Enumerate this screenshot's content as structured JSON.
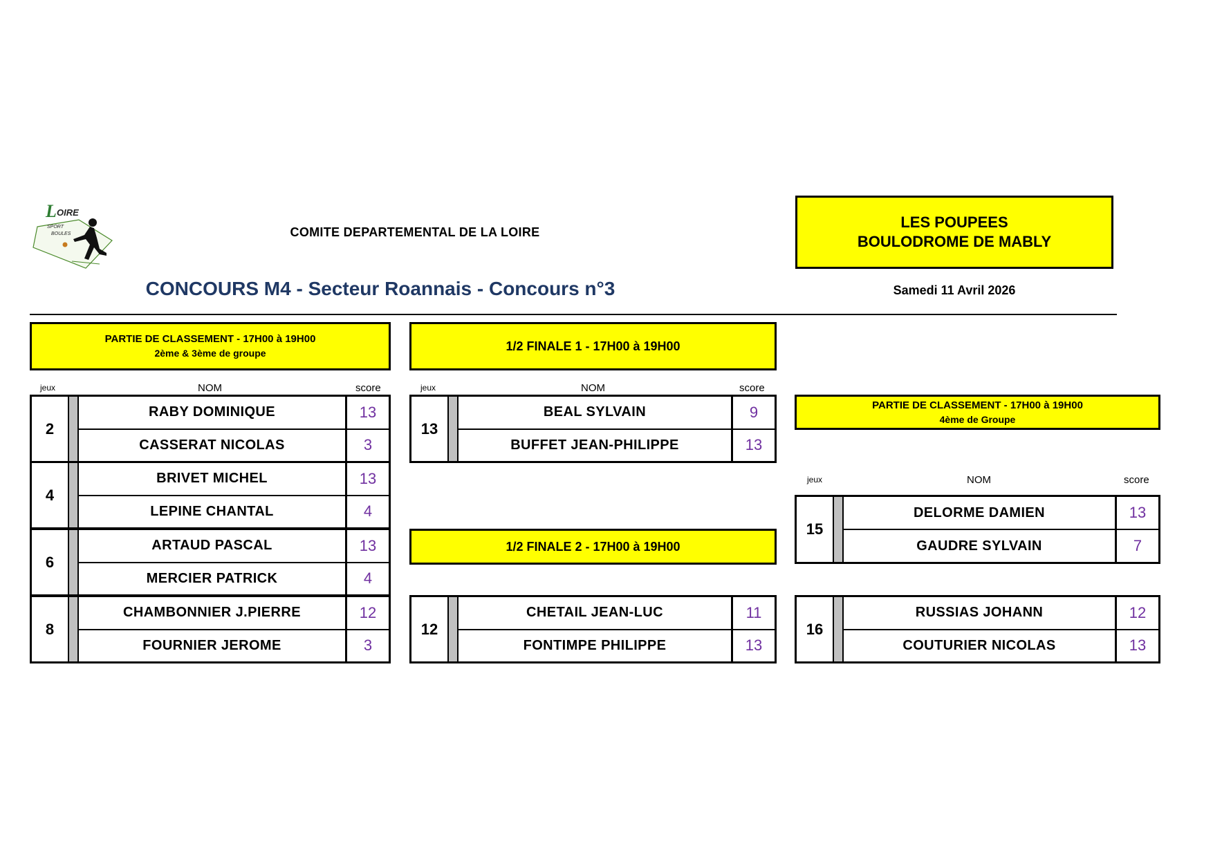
{
  "header": {
    "logo_text": "LOIRE SPORT BOULES",
    "committee": "COMITE DEPARTEMENTAL DE LA LOIRE",
    "venue_line1": "LES POUPEES",
    "venue_line2": "BOULODROME DE MABLY",
    "title": "CONCOURS M4 - Secteur Roannais - Concours n°3",
    "date": "Samedi 11 Avril 2026"
  },
  "colors": {
    "banner": "#ffff00",
    "title": "#1f3864",
    "score": "#7030a0",
    "stripe": "#c0c0c0"
  },
  "col1": {
    "banner_line1": "PARTIE DE CLASSEMENT - 17H00 à 19H00",
    "banner_line2": "2ème & 3ème de groupe",
    "hdr_jeux": "jeux",
    "hdr_nom": "NOM",
    "hdr_score": "score",
    "matches": [
      {
        "jeu": "2",
        "teams": [
          {
            "name": "RABY DOMINIQUE",
            "score": "13"
          },
          {
            "name": "CASSERAT NICOLAS",
            "score": "3"
          }
        ]
      },
      {
        "jeu": "4",
        "teams": [
          {
            "name": "BRIVET MICHEL",
            "score": "13"
          },
          {
            "name": "LEPINE CHANTAL",
            "score": "4"
          }
        ]
      },
      {
        "jeu": "6",
        "teams": [
          {
            "name": "ARTAUD PASCAL",
            "score": "13"
          },
          {
            "name": "MERCIER PATRICK",
            "score": "4"
          }
        ]
      },
      {
        "jeu": "8",
        "teams": [
          {
            "name": "CHAMBONNIER J.PIERRE",
            "score": "12"
          },
          {
            "name": "FOURNIER JEROME",
            "score": "3"
          }
        ]
      }
    ]
  },
  "col2": {
    "banner1": "1/2 FINALE 1 - 17H00 à 19H00",
    "banner2": "1/2 FINALE 2 - 17H00 à 19H00",
    "hdr_jeux": "jeux",
    "hdr_nom": "NOM",
    "hdr_score": "score",
    "semi1": {
      "jeu": "13",
      "teams": [
        {
          "name": "BEAL SYLVAIN",
          "score": "9"
        },
        {
          "name": "BUFFET JEAN-PHILIPPE",
          "score": "13"
        }
      ]
    },
    "semi2": {
      "jeu": "12",
      "teams": [
        {
          "name": "CHETAIL JEAN-LUC",
          "score": "11"
        },
        {
          "name": "FONTIMPE PHILIPPE",
          "score": "13"
        }
      ]
    }
  },
  "col3": {
    "banner_line1": "PARTIE DE CLASSEMENT - 17H00 à 19H00",
    "banner_line2": "4ème de Groupe",
    "hdr_jeux": "jeux",
    "hdr_nom": "NOM",
    "hdr_score": "score",
    "matches": [
      {
        "jeu": "15",
        "teams": [
          {
            "name": "DELORME DAMIEN",
            "score": "13"
          },
          {
            "name": "GAUDRE SYLVAIN",
            "score": "7"
          }
        ]
      },
      {
        "jeu": "16",
        "teams": [
          {
            "name": "RUSSIAS JOHANN",
            "score": "12"
          },
          {
            "name": "COUTURIER NICOLAS",
            "score": "13"
          }
        ]
      }
    ]
  }
}
